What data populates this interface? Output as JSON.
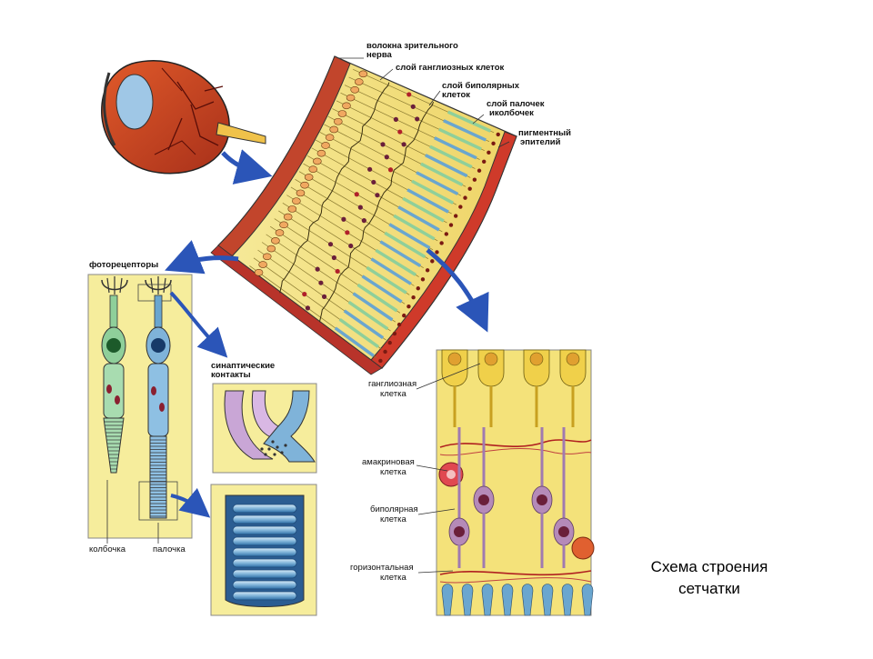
{
  "labels": {
    "optic_fibers_1": "волокна зрительного",
    "optic_fibers_2": "нерва",
    "ganglion_layer": "слой ганглиозных клеток",
    "bipolar_layer_1": "слой биполярных",
    "bipolar_layer_2": "клеток",
    "rods_cones_1": "слой палочек",
    "rods_cones_2": "иколбочек",
    "pigment_1": "пигментный",
    "pigment_2": "эпителий",
    "photoreceptors": "фоторецепторы",
    "synaptic_1": "синаптические",
    "synaptic_2": "контакты",
    "cone": "колбочка",
    "rod": "палочка",
    "ganglion_cell_1": "ганглиозная",
    "ganglion_cell_2": "клетка",
    "amacrine_1": "амакриновая",
    "amacrine_2": "клетка",
    "bipolar_cell_1": "биполярная",
    "bipolar_cell_2": "клетка",
    "horizontal_1": "горизонтальная",
    "horizontal_2": "клетка"
  },
  "caption": {
    "line1": "Схема строения",
    "line2": "сетчатки"
  },
  "colors": {
    "retina_yellow": "#f3e27a",
    "pigment_red": "#d03a2a",
    "rod_blue": "#6aa6cf",
    "cone_green": "#8fcf9a",
    "arrow_blue": "#2b55b8",
    "cell_purple": "#b58ab8",
    "nucleus_dark": "#6a1f3a",
    "eye_red": "#c8411f"
  }
}
